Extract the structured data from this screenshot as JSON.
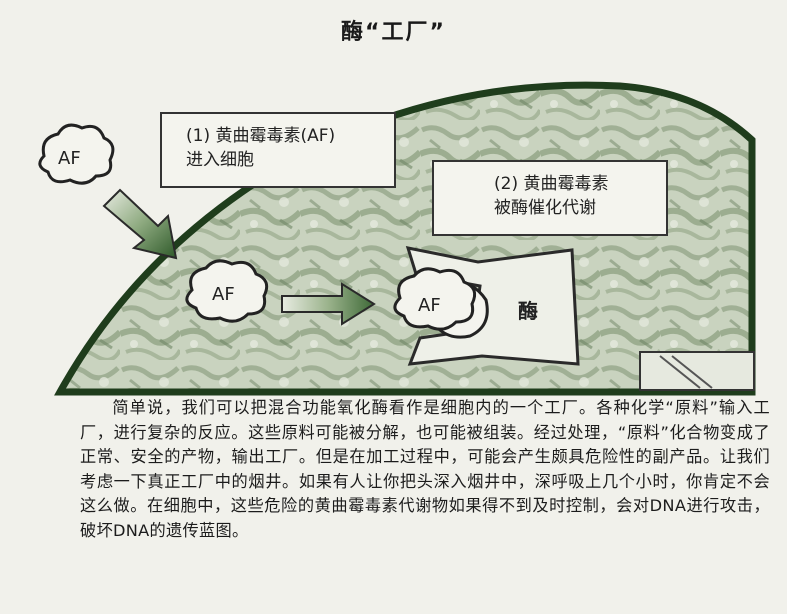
{
  "figure": {
    "title": "酶“工厂”",
    "box1": {
      "line1": "(1) 黄曲霉毒素(AF)",
      "line2": "进入细胞"
    },
    "box2": {
      "line1": "(2) 黄曲霉毒素",
      "line2": "被酶催化代谢"
    },
    "af_outside": "AF",
    "af_inside": "AF",
    "af_bound": "AF",
    "enzyme_label": "酶"
  },
  "caption": {
    "text": "简单说，我们可以把混合功能氧化酶看作是细胞内的一个工厂。各种化学“原料”输入工厂，进行复杂的反应。这些原料可能被分解，也可能被组装。经过处理，“原料”化合物变成了正常、安全的产物，输出工厂。但是在加工过程中，可能会产生颇具危险性的副产品。让我们考虑一下真正工厂中的烟井。如果有人让你把头深入烟井中，深呼吸上几个小时，你肯定不会这么做。在细胞中，这些危险的黄曲霉毒素代谢物如果得不到及时控制，会对DNA进行攻击，破坏DNA的遗传蓝图。"
  }
}
